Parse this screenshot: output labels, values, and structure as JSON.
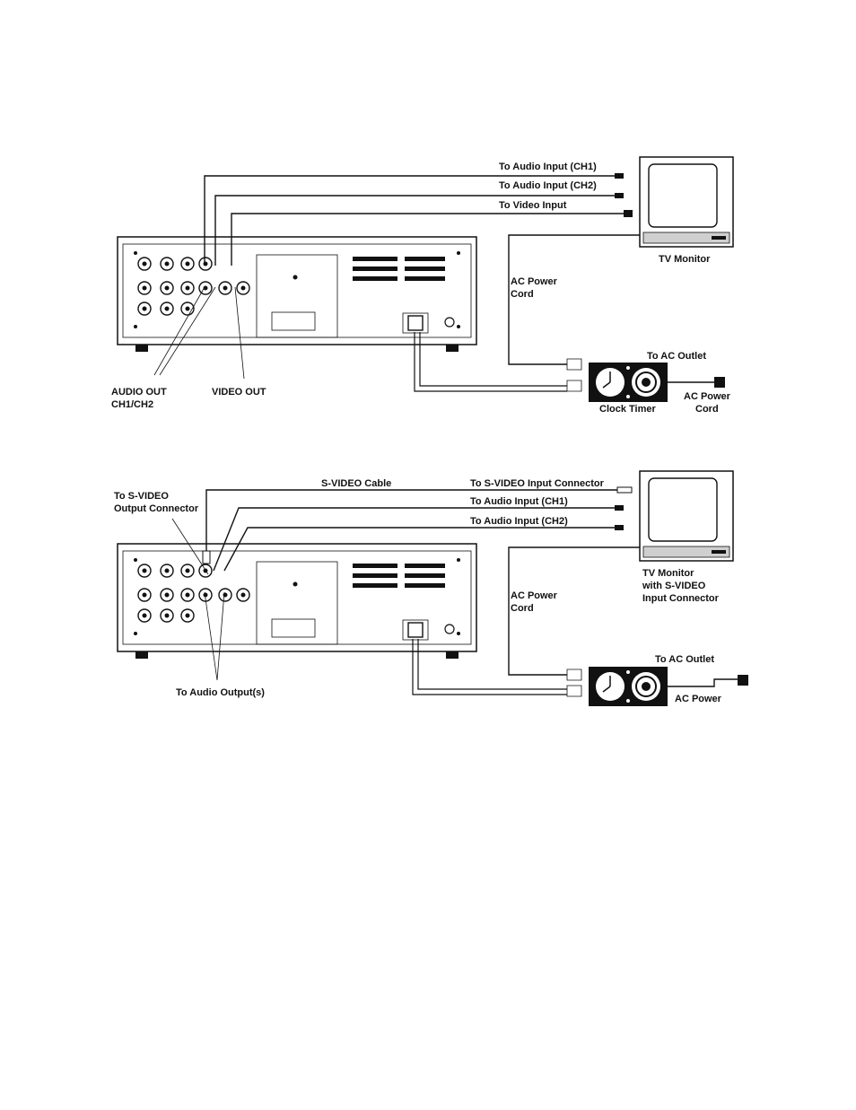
{
  "diagram1": {
    "labels": {
      "audio_in_ch1": "To Audio Input (CH1)",
      "audio_in_ch2": "To Audio Input (CH2)",
      "video_in": "To Video Input",
      "tv_monitor": "TV Monitor",
      "ac_power_cord": "AC Power",
      "ac_power_cord_2": "Cord",
      "to_ac_outlet": "To AC Outlet",
      "ac_power_right_1": "AC Power",
      "ac_power_right_2": "Cord",
      "clock_timer": "Clock Timer",
      "audio_out_1": "AUDIO OUT",
      "audio_out_2": "CH1/CH2",
      "video_out": "VIDEO OUT"
    }
  },
  "diagram2": {
    "labels": {
      "svideo_cable": "S-VIDEO Cable",
      "to_svideo_in": "To S-VIDEO Input Connector",
      "audio_in_ch1": "To Audio Input (CH1)",
      "audio_in_ch2": "To Audio Input (CH2)",
      "to_svideo_out_1": "To S-VIDEO",
      "to_svideo_out_2": "Output Connector",
      "tv_1": "TV Monitor",
      "tv_2": "with S-VIDEO",
      "tv_3": "Input Connector",
      "ac_power_cord": "AC Power",
      "ac_power_cord_2": "Cord",
      "to_ac_outlet": "To AC Outlet",
      "ac_power_right": "AC Power",
      "to_audio_outputs": "To Audio Output(s)"
    }
  }
}
